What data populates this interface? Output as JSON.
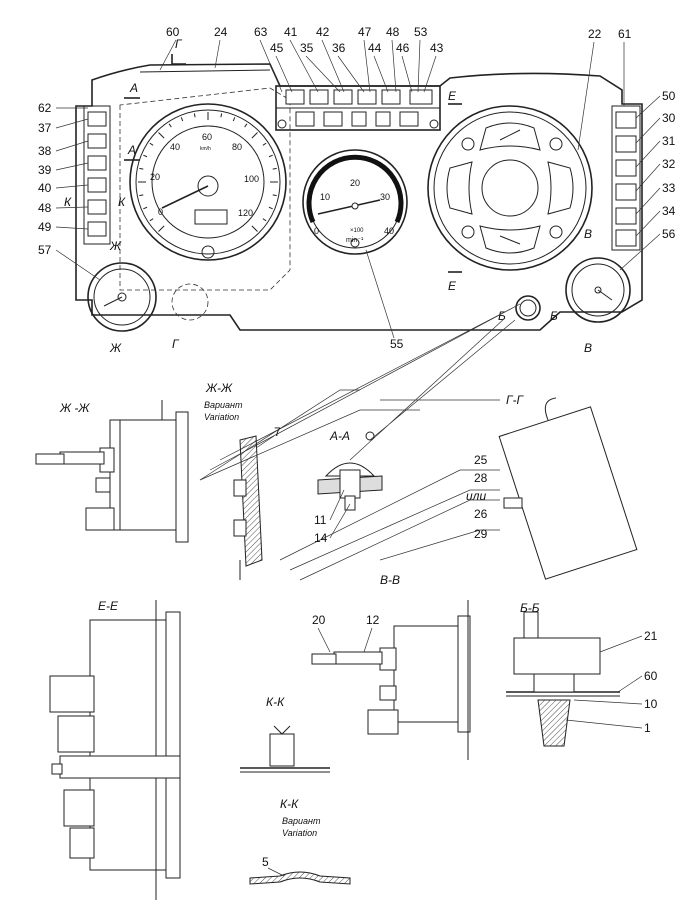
{
  "top_labels": [
    "60",
    "24",
    "63",
    "45",
    "41",
    "35",
    "42",
    "36",
    "47",
    "44",
    "48",
    "46",
    "53",
    "43",
    "22",
    "61"
  ],
  "left_labels": [
    "62",
    "37",
    "38",
    "39",
    "40",
    "48",
    "49",
    "57"
  ],
  "right_labels": [
    "50",
    "30",
    "31",
    "32",
    "33",
    "34",
    "56"
  ],
  "bottom_labels": [
    "55"
  ],
  "speedometer": {
    "ticks": [
      "20",
      "40",
      "60",
      "80",
      "100",
      "120",
      "0"
    ],
    "unit": "km/h"
  },
  "tachometer": {
    "ticks": [
      "0",
      "10",
      "20",
      "30",
      "40"
    ],
    "unit": "min⁻¹",
    "multiplier": "×100"
  },
  "section_marks": {
    "g": "Г",
    "a": "А",
    "e": "Е",
    "k": "К",
    "zh": "Ж",
    "v": "В",
    "b": "Б"
  },
  "sections": {
    "zh_zh": "Ж -Ж",
    "zh_zh_var": "Ж-Ж",
    "variant_ru": "Вариант",
    "variant_en": "Variation",
    "a_a": "А-А",
    "g_g": "Г-Г",
    "v_v": "В-В",
    "e_e": "Е-Е",
    "k_k": "К-К",
    "k_k_var": "К-К",
    "b_b": "Б-Б",
    "ili": "или"
  },
  "part_labels": {
    "p7": "7",
    "p11": "11",
    "p14": "14",
    "p25": "25",
    "p28": "28",
    "p26": "26",
    "p29": "29",
    "p20": "20",
    "p12": "12",
    "p21": "21",
    "p60": "60",
    "p10": "10",
    "p1": "1",
    "p5": "5"
  }
}
